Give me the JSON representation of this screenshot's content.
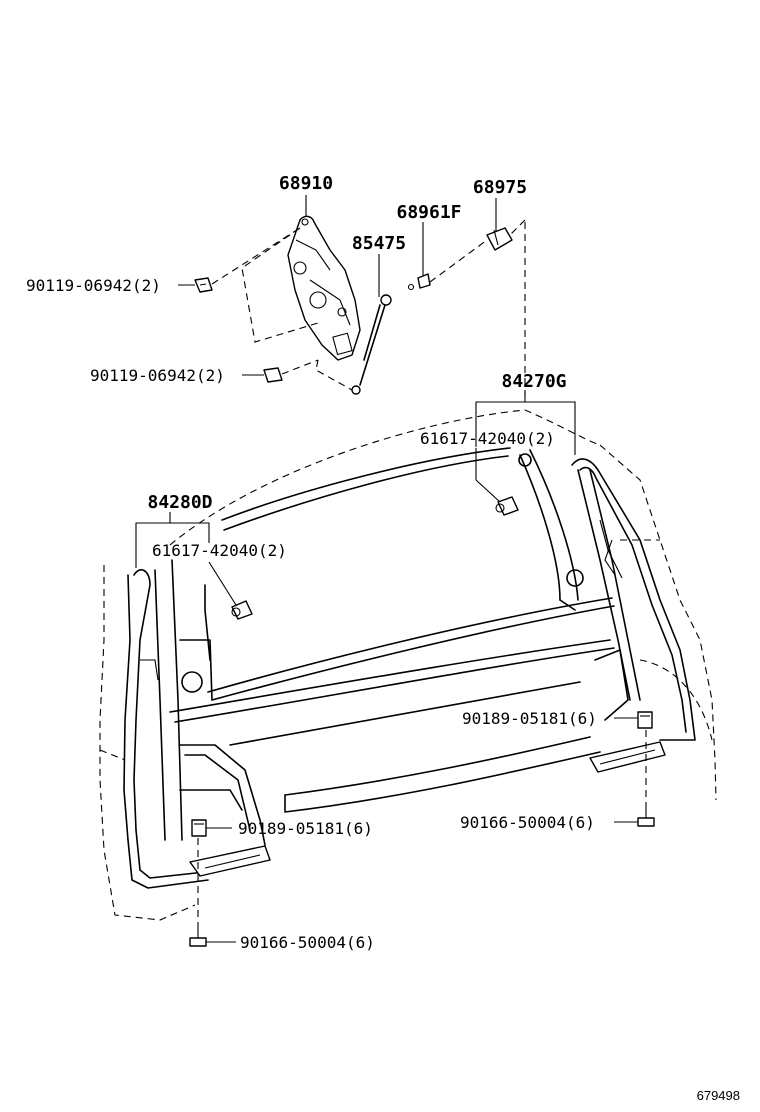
{
  "diagram_id": "679498",
  "parts": {
    "p68910": "68910",
    "p68975": "68975",
    "p68961f": "68961F",
    "p85475": "85475",
    "p90119_a": "90119-06942(2)",
    "p90119_b": "90119-06942(2)",
    "p84270g": "84270G",
    "p61617_r": "61617-42040(2)",
    "p84280d": "84280D",
    "p61617_l": "61617-42040(2)",
    "p90189_r": "90189-05181(6)",
    "p90166_r": "90166-50004(6)",
    "p90189_l": "90189-05181(6)",
    "p90166_l": "90166-50004(6)"
  }
}
